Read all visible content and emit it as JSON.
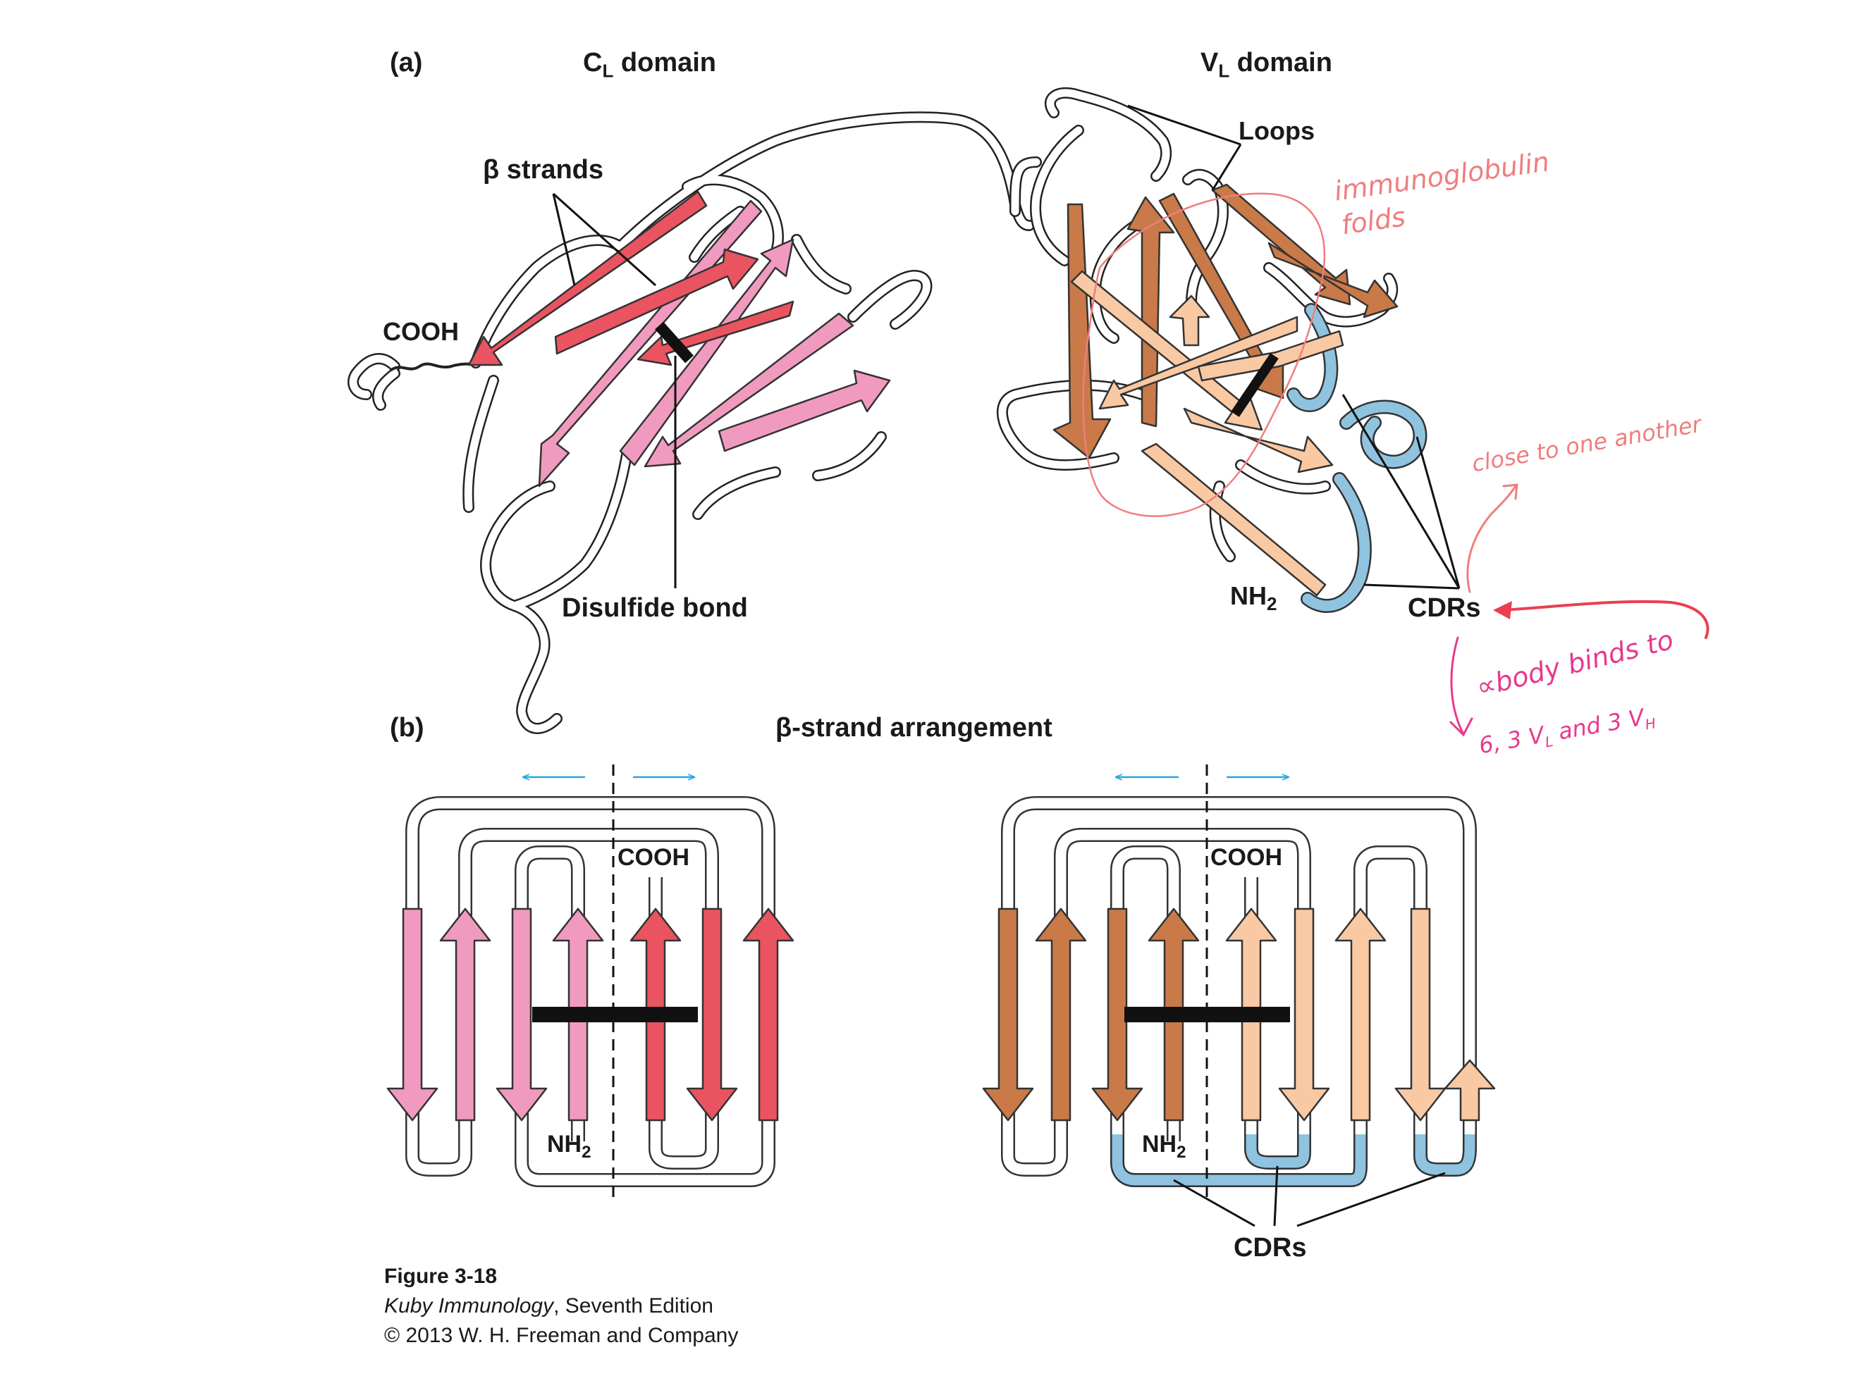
{
  "panel_a": {
    "label": "(a)",
    "cl_domain": {
      "main": "C",
      "sub": "L",
      "rest": " domain"
    },
    "vl_domain": {
      "main": "V",
      "sub": "L",
      "rest": " domain"
    },
    "beta_strands": "β strands",
    "loops": "Loops",
    "cooh": "COOH",
    "disulfide_bond": "Disulfide bond",
    "nh2": {
      "main": "NH",
      "sub": "2"
    },
    "cdrs": "CDRs"
  },
  "panel_b": {
    "label": "(b)",
    "title": "β-strand arrangement",
    "left_cooh": "COOH",
    "left_nh2": {
      "main": "NH",
      "sub": "2"
    },
    "right_cooh": "COOH",
    "right_nh2": {
      "main": "NH",
      "sub": "2"
    },
    "cdrs": "CDRs"
  },
  "caption": {
    "figure": "Figure 3-18",
    "book_italic": "Kuby Immunology",
    "book_rest": ", Seventh Edition",
    "copyright": "© 2013 W. H. Freeman and Company"
  },
  "annotations": {
    "immunoglobulin": "immunoglobulin",
    "folds": "folds",
    "close": "close to one another",
    "binds": "∝body binds to",
    "six": "6, 3 V",
    "six_sub1": "L",
    "six_and": " and 3 V",
    "six_sub2": "H"
  },
  "colors": {
    "cl_pink": "#f19ac0",
    "cl_red": "#ea5460",
    "vl_brown": "#c97a48",
    "vl_peach": "#f9c9a4",
    "cdr_blue": "#8fc3e0",
    "arrow_blue": "#2aa5e0",
    "note_salmon": "#ef7e7e",
    "note_magenta": "#e8388e"
  }
}
